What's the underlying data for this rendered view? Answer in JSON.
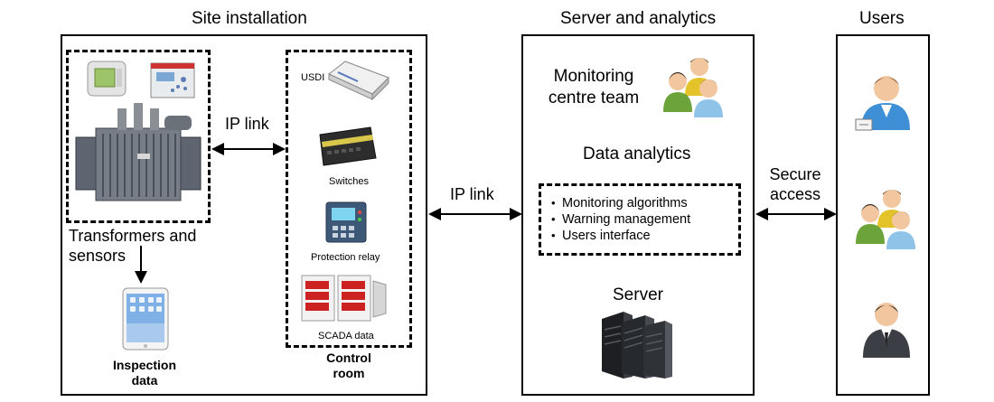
{
  "site": {
    "title": "Site installation",
    "ip_link_label": "IP link",
    "transformers_label_line1": "Transformers and",
    "transformers_label_line2": "sensors",
    "inspection_label_line1": "Inspection",
    "inspection_label_line2": "data",
    "control_room_line1": "Control",
    "control_room_line2": "room",
    "devices": {
      "usdi": "USDI",
      "switches": "Switches",
      "protection_relay": "Protection relay",
      "scada": "SCADA data"
    }
  },
  "link_center": {
    "label": "IP link"
  },
  "server": {
    "title": "Server and analytics",
    "team_line1": "Monitoring",
    "team_line2": "centre team",
    "analytics_title": "Data analytics",
    "analytics_items": [
      "Monitoring algorithms",
      "Warning management",
      "Users interface"
    ],
    "server_label": "Server"
  },
  "secure": {
    "line1": "Secure",
    "line2": "access"
  },
  "users": {
    "title": "Users"
  }
}
